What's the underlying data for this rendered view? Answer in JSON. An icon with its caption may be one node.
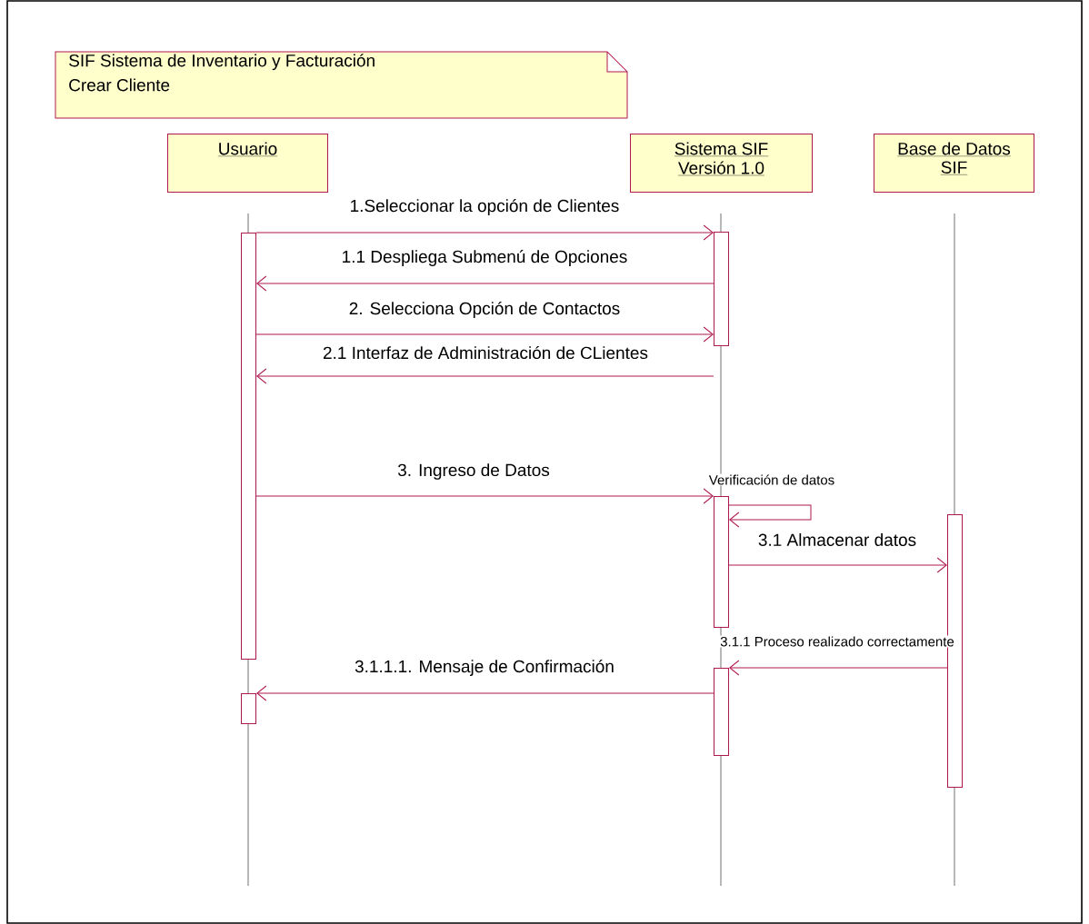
{
  "diagram": {
    "nodes": [
      {
        "text": [
          "SIF  Sistema de Inventario y Facturación",
          "Crear Cliente"
        ]
      },
      {
        "text": [
          "Usuario"
        ]
      },
      {
        "text": [
          "Sistema SIF Versión 1.0"
        ]
      },
      {
        "text": [
          "Base de Datos SIF"
        ]
      },
      {
        "text": [],
        "shape": "bar"
      },
      {
        "text": [],
        "shape": "bar"
      },
      {
        "text": [],
        "shape": "bar"
      },
      {
        "text": [],
        "shape": "bar"
      },
      {
        "text": [],
        "shape": "bar"
      },
      {
        "text": [],
        "shape": "bar"
      }
    ],
    "edges": [
      {
        "from": 4,
        "to": 5,
        "arrow": "to",
        "label": "1.Seleccionar la opción de Clientes"
      },
      {
        "from": 5,
        "to": 4,
        "arrow": "to",
        "label": "1.1 Despliega Submenú de Opciones"
      },
      {
        "from": 4,
        "to": 5,
        "arrow": "to",
        "label": "2. Selecciona Opción de Contactos"
      },
      {
        "from": null,
        "to": 4,
        "arrow": "to",
        "label": "2.1 Interfaz de Administración de CLientes"
      },
      {
        "from": 4,
        "to": 6,
        "arrow": "to",
        "label": "3. Ingreso de Datos"
      },
      {
        "from": 6,
        "to": 6,
        "arrow": "to",
        "label": "Verificación de datos"
      },
      {
        "from": 6,
        "to": 7,
        "arrow": "to",
        "label": "3.1 Almacenar datos"
      },
      {
        "from": 7,
        "to": 8,
        "arrow": "to",
        "label": "3.1.1 Proceso realizado correctamente"
      },
      {
        "from": 8,
        "to": 9,
        "arrow": "to",
        "label": "3.1.1.1. Mensaje de Confirmación"
      }
    ]
  }
}
